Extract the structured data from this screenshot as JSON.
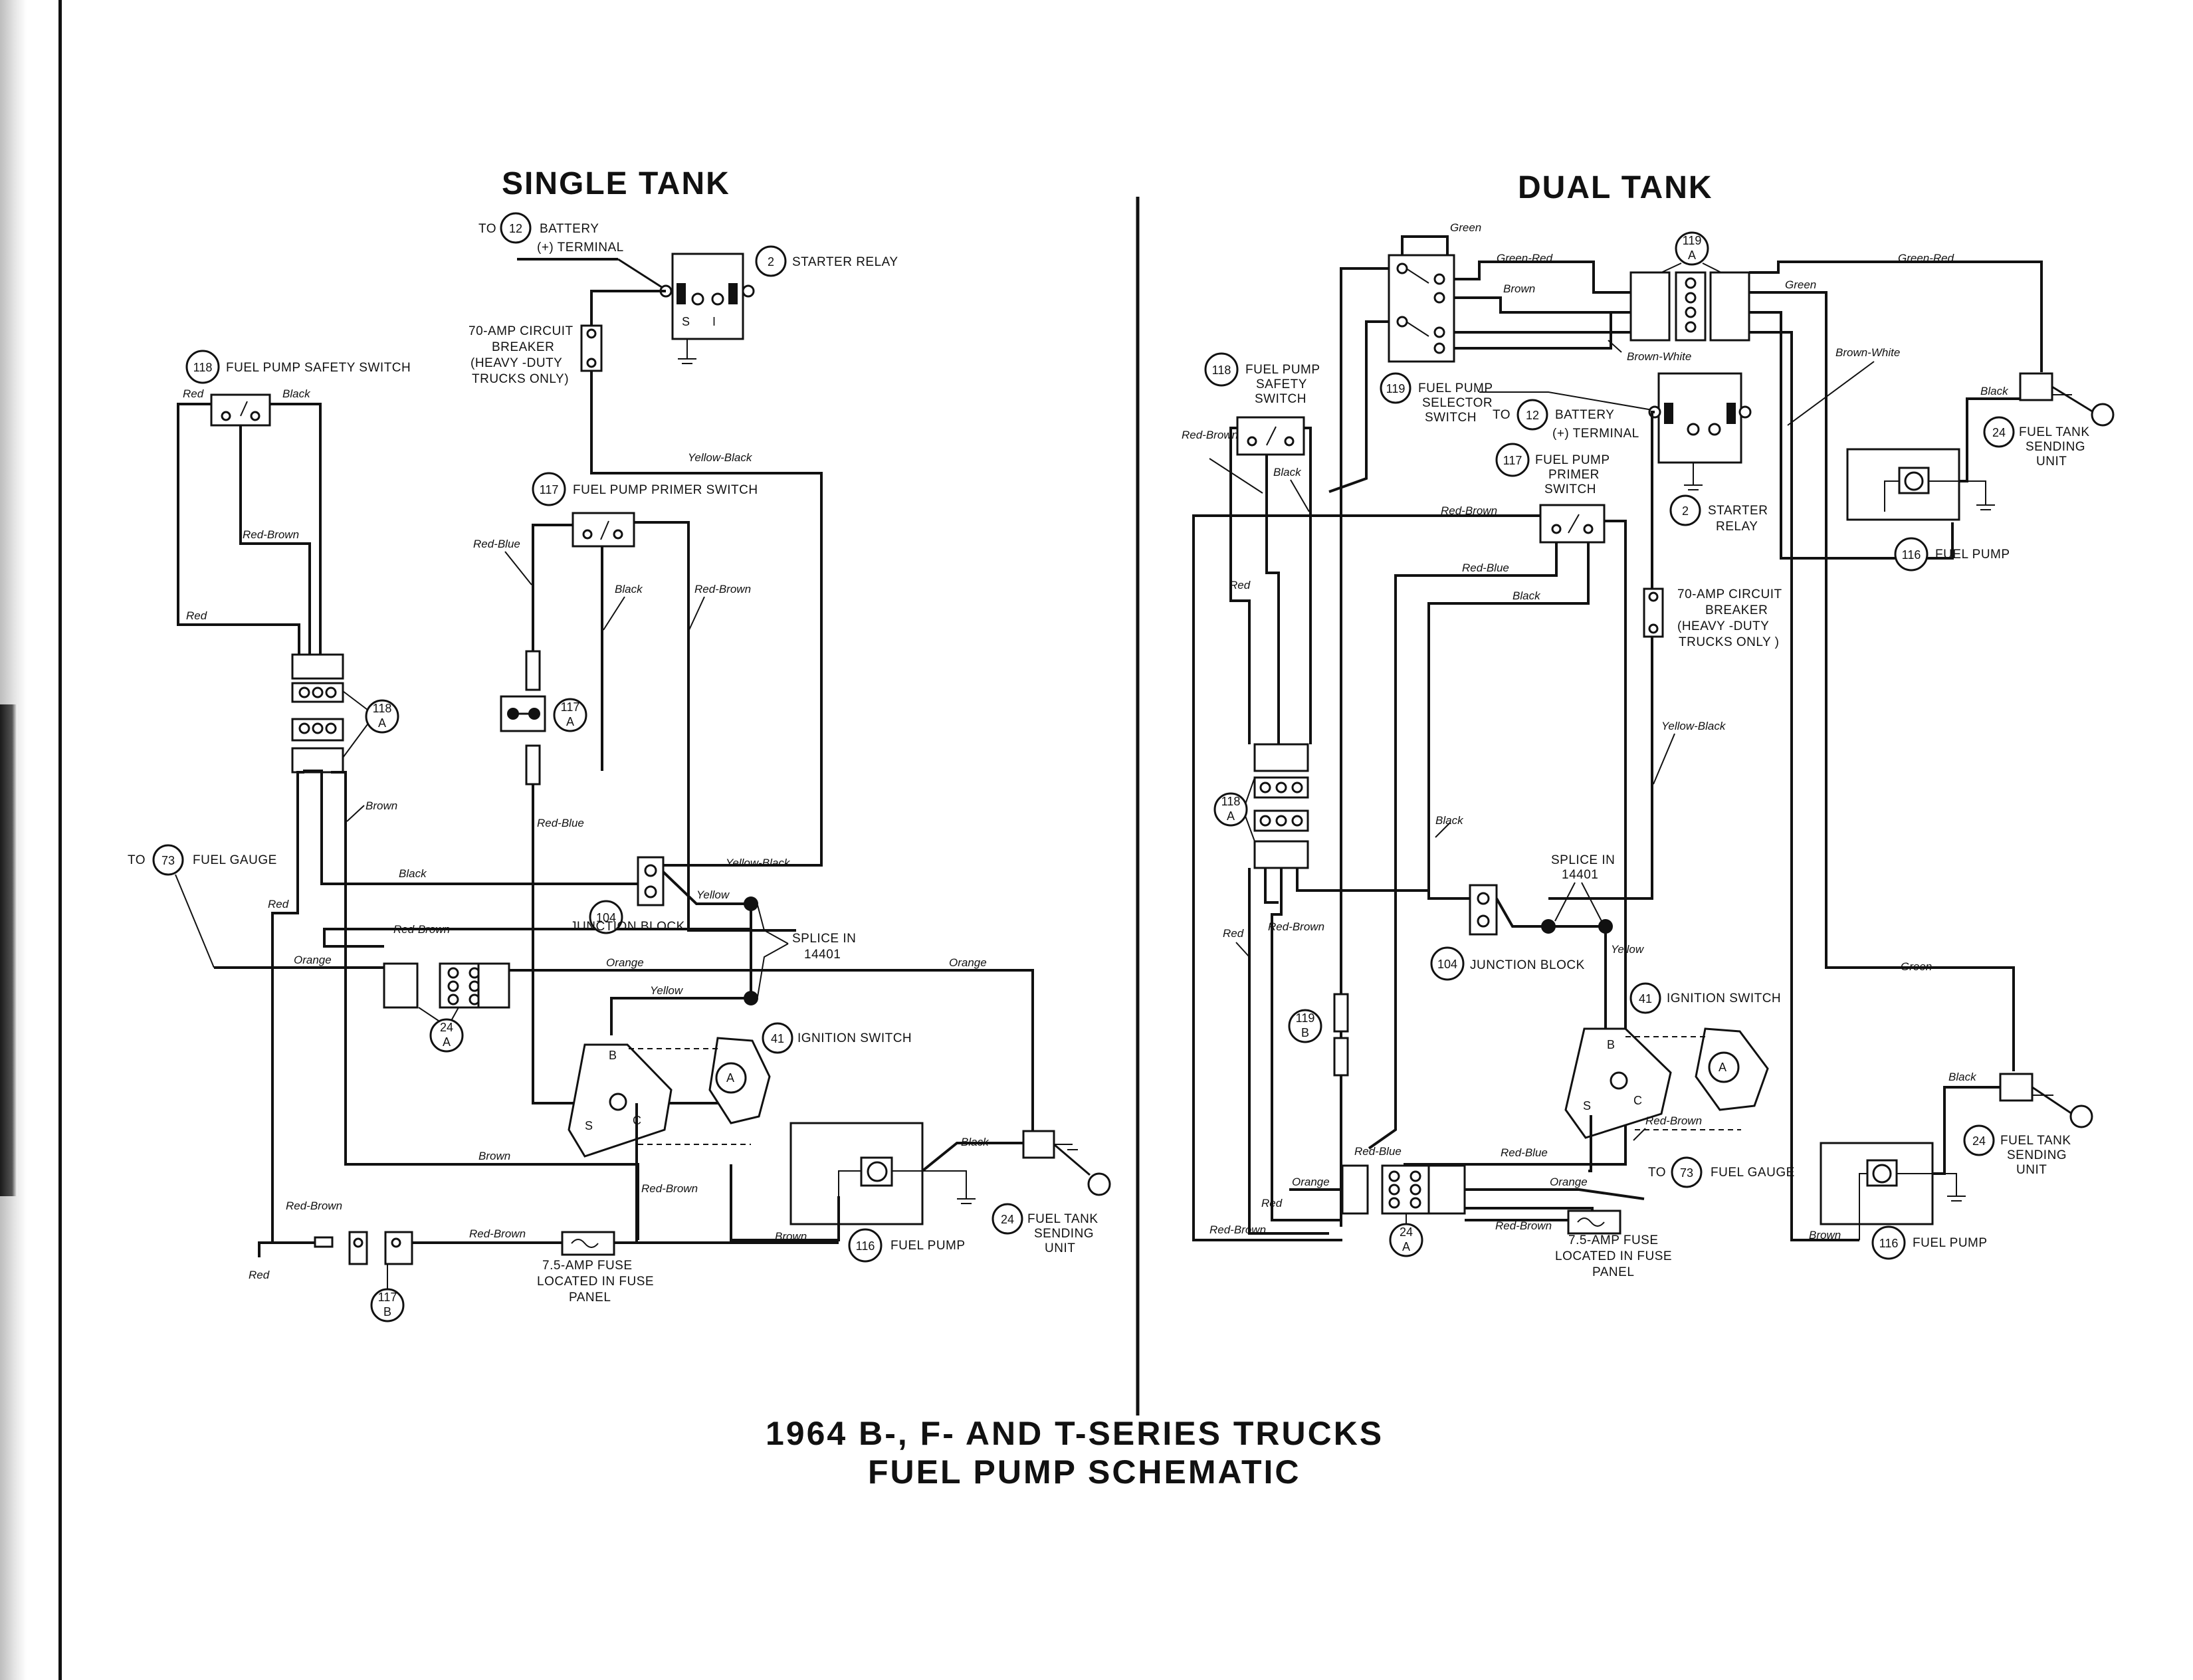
{
  "diagram": {
    "title_line1": "1964 B-, F- AND T-SERIES TRUCKS",
    "title_line2": "FUEL PUMP SCHEMATIC",
    "single": {
      "heading": "SINGLE TANK",
      "to": "TO",
      "battery_num": "12",
      "battery_l1": "BATTERY",
      "battery_l2": "(+) TERMINAL",
      "starter_num": "2",
      "starter": "STARTER RELAY",
      "cb_l1": "70-AMP CIRCUIT",
      "cb_l2": "BREAKER",
      "cb_l3": "(HEAVY -DUTY",
      "cb_l4": "TRUCKS ONLY)",
      "safety_num": "118",
      "safety": "FUEL PUMP SAFETY SWITCH",
      "primer_num": "117",
      "primer": "FUEL PUMP PRIMER SWITCH",
      "conn118a_l1": "118",
      "conn118a_l2": "A",
      "conn117a_l1": "117",
      "conn117a_l2": "A",
      "gauge_num": "73",
      "gauge": "FUEL GAUGE",
      "jb_num": "104",
      "jb": "JUNCTION BLOCK",
      "splice_l1": "SPLICE IN",
      "splice_l2": "14401",
      "conn24a_l1": "24",
      "conn24a_l2": "A",
      "ign_num": "41",
      "ign": "IGNITION SWITCH",
      "ign_b": "B",
      "ign_s": "S",
      "ign_c": "C",
      "ign_a": "A",
      "sender_num": "24",
      "sender_l1": "FUEL TANK",
      "sender_l2": "SENDING",
      "sender_l3": "UNIT",
      "pump_num": "116",
      "pump": "FUEL PUMP",
      "fuse_l1": "7.5-AMP FUSE",
      "fuse_l2": "LOCATED IN FUSE",
      "fuse_l3": "PANEL",
      "conn117b_l1": "117",
      "conn117b_l2": "B",
      "w_red_a": "Red",
      "w_black_a": "Black",
      "w_red_brown_a": "Red-Brown",
      "w_red_b": "Red",
      "w_yellow_black": "Yellow-Black",
      "w_red_blue_a": "Red-Blue",
      "w_black_b": "Black",
      "w_red_brown_b": "Red-Brown",
      "w_brown_a": "Brown",
      "w_red_blue_b": "Red-Blue",
      "w_black_c": "Black",
      "w_yellow_black_b": "Yellow-Black",
      "w_yellow_a": "Yellow",
      "w_red_c": "Red",
      "w_red_brown_c": "Red-Brown",
      "w_orange_a": "Orange",
      "w_orange_b": "Orange",
      "w_orange_c": "Orange",
      "w_yellow_b": "Yellow",
      "w_brown_b": "Brown",
      "w_black_d": "Black",
      "w_red_brown_d": "Red-Brown",
      "w_red_brown_e": "Red-Brown",
      "w_red_brown_f": "Red-Brown",
      "w_brown_c": "Brown",
      "w_red_d": "Red"
    },
    "dual": {
      "heading": "DUAL TANK",
      "w_green_a": "Green",
      "w_green_red_a": "Green-Red",
      "w_brown_a": "Brown",
      "w_green_red_b": "Green-Red",
      "w_green_b": "Green",
      "w_brown_white_a": "Brown-White",
      "w_brown_white_b": "Brown-White",
      "conn119a_l1": "119",
      "conn119a_l2": "A",
      "safety_num": "118",
      "safety_l1": "FUEL PUMP",
      "safety_l2": "SAFETY",
      "safety_l3": "SWITCH",
      "selector_num": "119",
      "selector_l1": "FUEL PUMP",
      "selector_l2": "SELECTOR",
      "selector_l3": "SWITCH",
      "to": "TO",
      "battery_num": "12",
      "battery_l1": "BATTERY",
      "battery_l2": "(+) TERMINAL",
      "primer_num": "117",
      "primer_l1": "FUEL PUMP",
      "primer_l2": "PRIMER",
      "primer_l3": "SWITCH",
      "starter_num": "2",
      "starter_l1": "STARTER",
      "starter_l2": "RELAY",
      "sender1_num": "24",
      "sender1_l1": "FUEL TANK",
      "sender1_l2": "SENDING",
      "sender1_l3": "UNIT",
      "pump1_num": "116",
      "pump1": "FUEL PUMP",
      "cb_l1": "70-AMP CIRCUIT",
      "cb_l2": "BREAKER",
      "cb_l3": "(HEAVY -DUTY",
      "cb_l4": "TRUCKS ONLY )",
      "w_red_brown_a": "Red-Brown",
      "w_red_brown_b": "Red-Brown",
      "w_black_a": "Black",
      "w_black_b": "Black",
      "w_red_blue_a": "Red-Blue",
      "w_red_a": "Red",
      "w_yellow_black": "Yellow-Black",
      "conn118a_l1": "118",
      "conn118a_l2": "A",
      "w_black_c": "Black",
      "splice_l1": "SPLICE IN",
      "splice_l2": "14401",
      "w_red_brown_c": "Red-Brown",
      "jb_num": "104",
      "jb": "JUNCTION BLOCK",
      "w_yellow": "Yellow",
      "w_red_b": "Red",
      "ign_num": "41",
      "ign": "IGNITION SWITCH",
      "ign_b": "B",
      "ign_s": "S",
      "ign_c": "C",
      "ign_a": "A",
      "conn119b_l1": "119",
      "conn119b_l2": "B",
      "w_green_c": "Green",
      "w_black_d": "Black",
      "w_red_brown_d": "Red-Brown",
      "w_red_blue_b": "Red-Blue",
      "w_red_blue_c": "Red-Blue",
      "w_orange_a": "Orange",
      "w_orange_b": "Orange",
      "gauge_to": "TO",
      "gauge_num": "73",
      "gauge": "FUEL GAUGE",
      "w_red_c": "Red",
      "w_red_brown_e": "Red-Brown",
      "w_red_brown_f": "Red-Brown",
      "conn24a_l1": "24",
      "conn24a_l2": "A",
      "fuse_l1": "7.5-AMP FUSE",
      "fuse_l2": "LOCATED IN FUSE",
      "fuse_l3": "PANEL",
      "sender2_num": "24",
      "sender2_l1": "FUEL TANK",
      "sender2_l2": "SENDING",
      "sender2_l3": "UNIT",
      "pump2_num": "116",
      "pump2": "FUEL PUMP",
      "w_brown_b": "Brown"
    }
  }
}
